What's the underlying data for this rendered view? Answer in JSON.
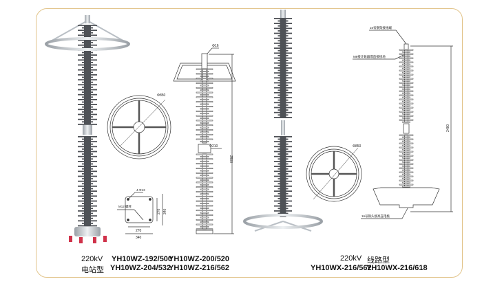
{
  "station_type": {
    "voltage": "220kV",
    "type_label": "电站型",
    "models": [
      "YH10WZ-192/500",
      "YH10WZ-200/520",
      "YH10WZ-204/532",
      "YH10WZ-216/562"
    ]
  },
  "line_type": {
    "voltage": "220kV",
    "type_label": "线路型",
    "models": [
      "YH10WX-216/562",
      "YH10WX-216/618"
    ]
  },
  "drawing_labels": {
    "station_diameter_top": "Φ16",
    "station_ring_diameter": "Φ850",
    "station_body_diameter": "Φ210",
    "station_height": "2500",
    "base_holes": "4-Φ13",
    "base_bolt": "M12 螺栓",
    "base_inner": "270",
    "base_outer": "340",
    "line_ring_diameter": "Φ850",
    "line_height": "2480",
    "line_top_terminal": "16号钢架接线端",
    "line_mid_note": "M8接计数器或直接接地",
    "line_bottom_terminal": "16号铜头接高压电极"
  },
  "colors": {
    "frame": "#e2c48a",
    "shed": "#4f5257",
    "metal": "#c9ced3",
    "foot": "#d0324a"
  }
}
